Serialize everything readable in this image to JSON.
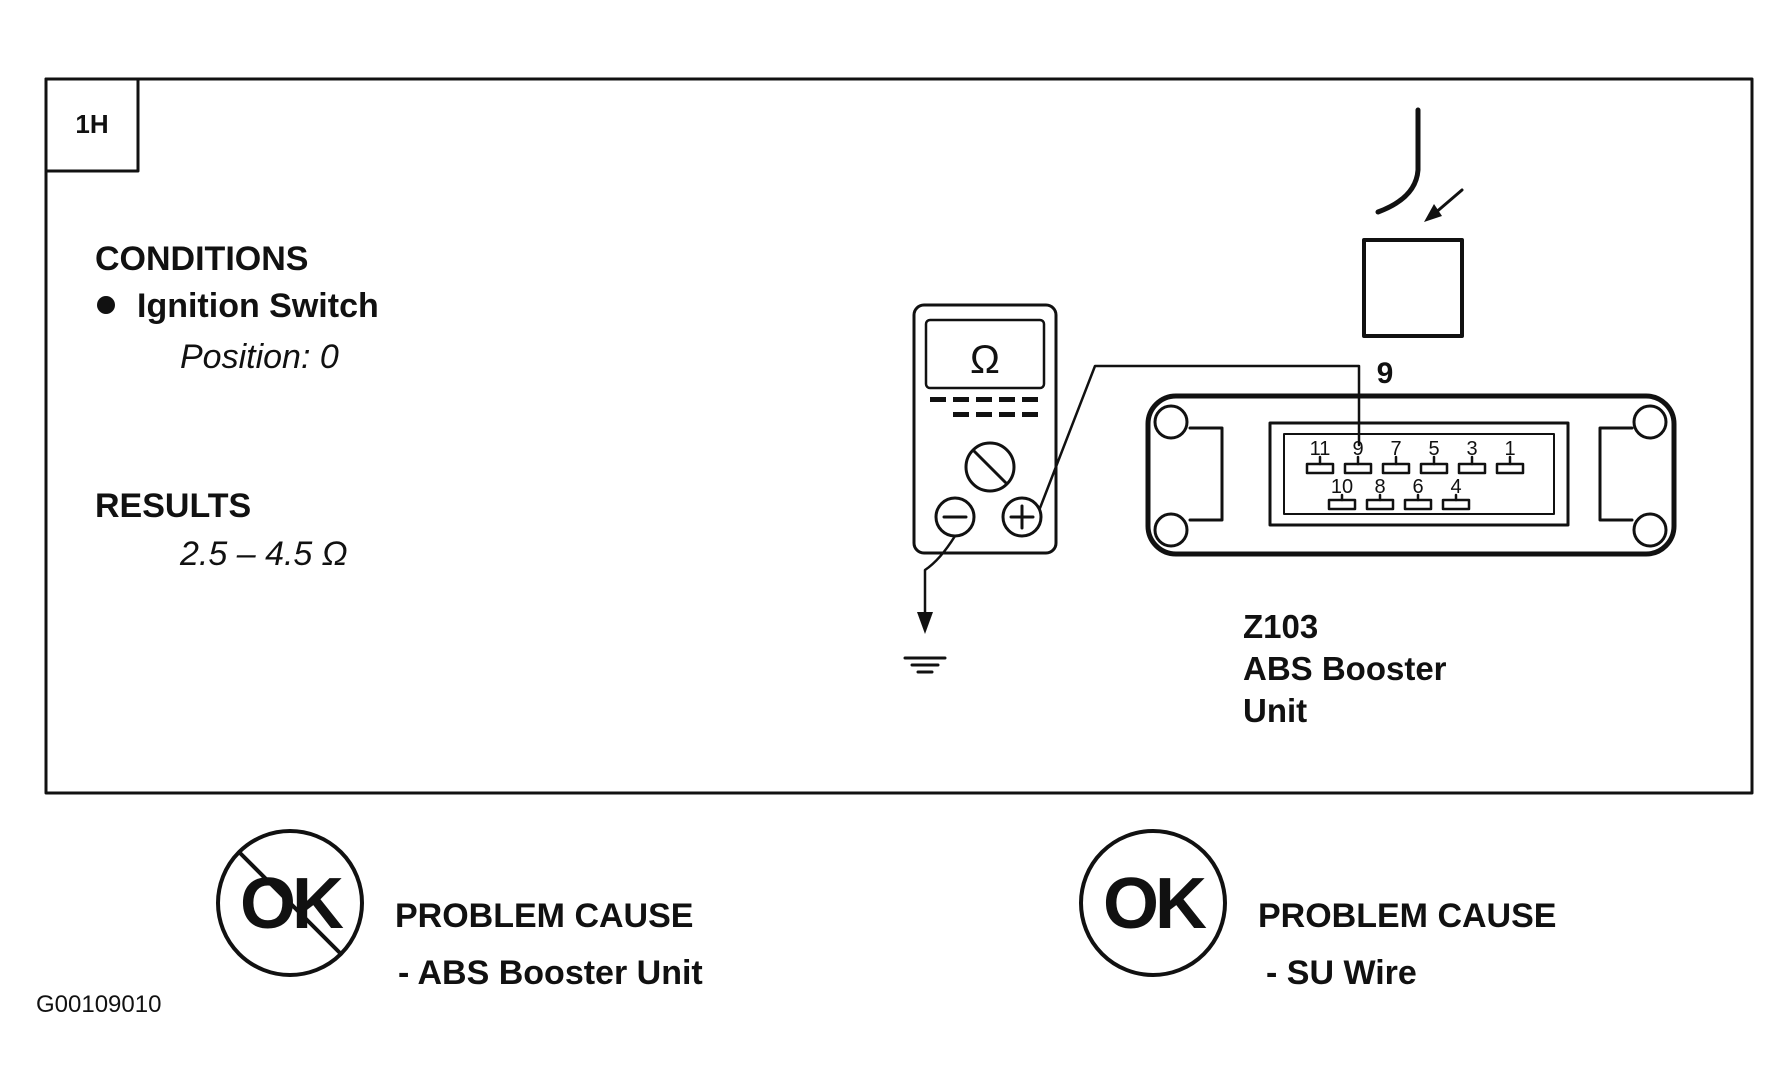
{
  "step_label": "1H",
  "conditions": {
    "heading": "CONDITIONS",
    "bullet": "Ignition Switch",
    "detail": "Position: 0"
  },
  "results": {
    "heading": "RESULTS",
    "value": "2.5 – 4.5 Ω"
  },
  "meter": {
    "display_symbol": "Ω",
    "minus_symbol": "−",
    "plus_symbol": "+"
  },
  "connector": {
    "terminal_label": "9",
    "top_pins": [
      "11",
      "9",
      "7",
      "5",
      "3",
      "1"
    ],
    "bottom_pins": [
      "10",
      "8",
      "6",
      "4"
    ],
    "component_code": "Z103",
    "component_name_line1": "ABS Booster",
    "component_name_line2": "Unit"
  },
  "outcomes": {
    "not_ok": {
      "badge": "OK",
      "heading": "PROBLEM CAUSE",
      "detail": "- ABS Booster Unit"
    },
    "ok": {
      "badge": "OK",
      "heading": "PROBLEM CAUSE",
      "detail": "- SU Wire"
    }
  },
  "figure_id": "G00109010"
}
